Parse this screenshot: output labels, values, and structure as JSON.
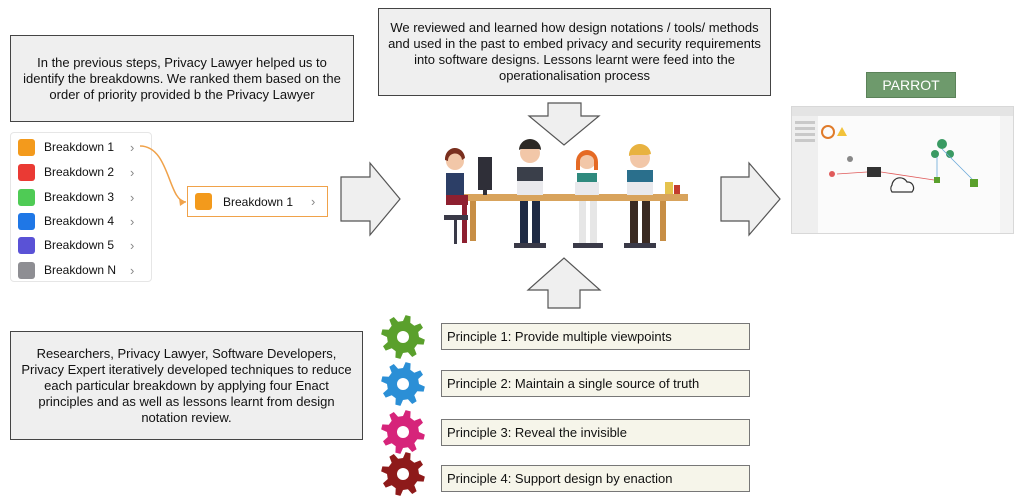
{
  "top_left_text": "In the previous steps, Privacy Lawyer helped us to identify the breakdowns. We ranked them based on the order of priority provided b the Privacy Lawyer",
  "top_center_text": "We reviewed and learned how design notations / tools/ methods and used in the past to embed privacy and security requirements into software designs. Lessons learnt were feed into the operationalisation process",
  "bottom_left_text": "Researchers, Privacy Lawyer, Software Developers, Privacy Expert iteratively developed techniques to reduce each particular breakdown by applying four Enact principles and as well as lessons learnt from design notation review.",
  "breakdowns": [
    {
      "label": "Breakdown 1",
      "color": "#f39a1c"
    },
    {
      "label": "Breakdown 2",
      "color": "#ea3a34"
    },
    {
      "label": "Breakdown 3",
      "color": "#4fcb55"
    },
    {
      "label": "Breakdown 4",
      "color": "#1f77e6"
    },
    {
      "label": "Breakdown 5",
      "color": "#5a52d6"
    },
    {
      "label": "Breakdown N",
      "color": "#8e8e93"
    }
  ],
  "selected_breakdown": {
    "label": "Breakdown 1",
    "color": "#f39a1c"
  },
  "parrot_label": "PARROT",
  "principles": [
    {
      "label": "Principle 1: Provide multiple viewpoints",
      "gear_color": "#5aa02c"
    },
    {
      "label": "Principle 2: Maintain a single source of truth",
      "gear_color": "#2b8fd6"
    },
    {
      "label": "Principle 3: Reveal the invisible",
      "gear_color": "#d6247a"
    },
    {
      "label": "Principle 4: Support design by enaction",
      "gear_color": "#8e1a1a"
    }
  ],
  "icons": {
    "chevron": "chevron-right-icon",
    "gear": "gear-icon",
    "arrow": "block-arrow-icon"
  }
}
